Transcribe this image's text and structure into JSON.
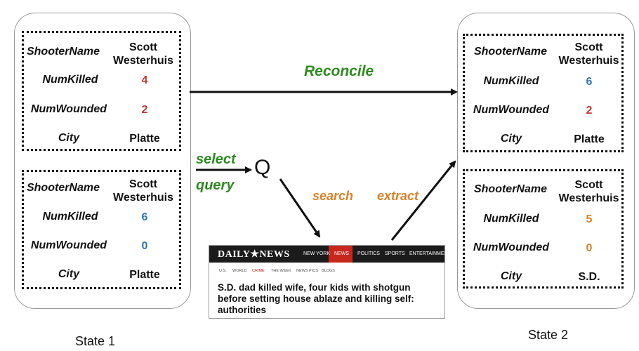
{
  "field_names": {
    "shooter_name": "ShooterName",
    "num_killed": "NumKilled",
    "num_wounded": "NumWounded",
    "city": "City"
  },
  "state1": {
    "caption": "State 1",
    "records": [
      {
        "shooter_name": "Scott Westerhuis",
        "num_killed": "4",
        "num_wounded": "2",
        "city": "Platte"
      },
      {
        "shooter_name": "Scott Westerhuis",
        "num_killed": "6",
        "num_wounded": "0",
        "city": "Platte"
      }
    ]
  },
  "state2": {
    "caption": "State 2",
    "records": [
      {
        "shooter_name": "Scott Westerhuis",
        "num_killed": "6",
        "num_wounded": "2",
        "city": "Platte"
      },
      {
        "shooter_name": "Scott Westerhuis",
        "num_killed": "5",
        "num_wounded": "0",
        "city": "S.D."
      }
    ]
  },
  "labels": {
    "reconcile": "Reconcile",
    "select": "select",
    "query": "query",
    "q": "Q",
    "search": "search",
    "extract": "extract"
  },
  "news": {
    "logo": "DAILY★NEWS",
    "nav": [
      "NEW YORK",
      "NEWS",
      "POLITICS",
      "SPORTS",
      "ENTERTAINMENT"
    ],
    "subnav": [
      "U.S.",
      "WORLD",
      "CRIME",
      "THE WEEK",
      "NEWS PICS",
      "BLOGS"
    ],
    "headline": "S.D. dad killed wife, four kids with shotgun before setting house ablaze and killing self: authorities"
  },
  "colors": {
    "green": "#2e8b1f",
    "orange": "#d9822b",
    "red": "#c0392b",
    "blue": "#2e75b6"
  }
}
